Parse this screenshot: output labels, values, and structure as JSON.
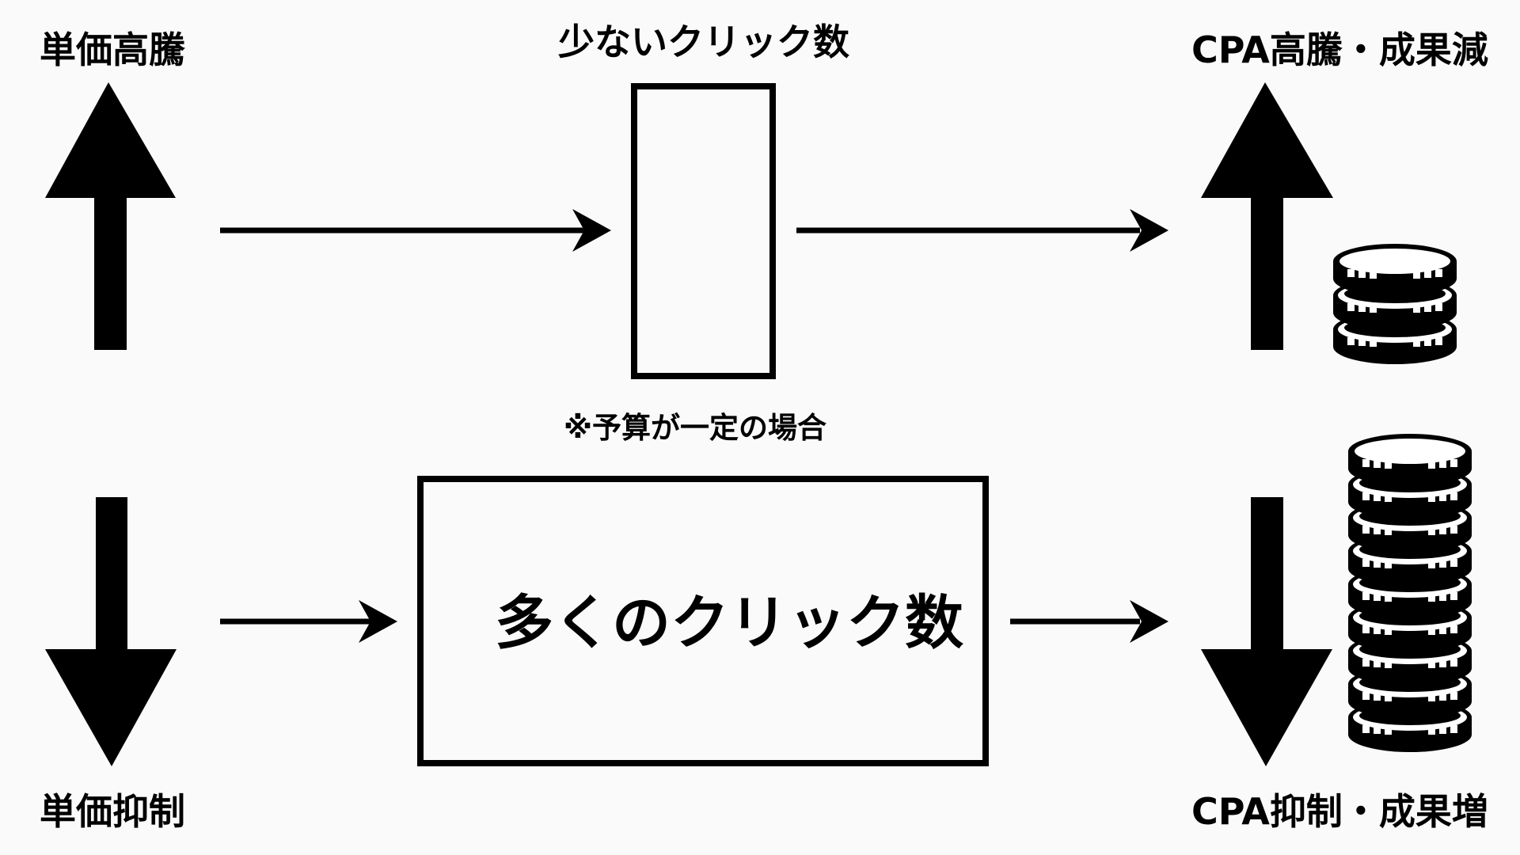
{
  "top_row": {
    "left_label": "単価高騰",
    "center_label": "少ないクリック数",
    "right_label": "CPA高騰・成果減"
  },
  "note": "※予算が一定の場合",
  "bottom_row": {
    "left_label": "単価抑制",
    "center_label": "多くのクリック数",
    "right_label": "CPA抑制・成果増"
  },
  "icons": {
    "top_left": "arrow-up-icon",
    "top_right": "arrow-up-icon",
    "bottom_left": "arrow-down-icon",
    "bottom_right": "arrow-down-icon",
    "coin_small": "coin-stack-icon",
    "coin_large": "coin-stack-icon"
  },
  "colors": {
    "ink": "#000000",
    "background": "#fafafa"
  }
}
